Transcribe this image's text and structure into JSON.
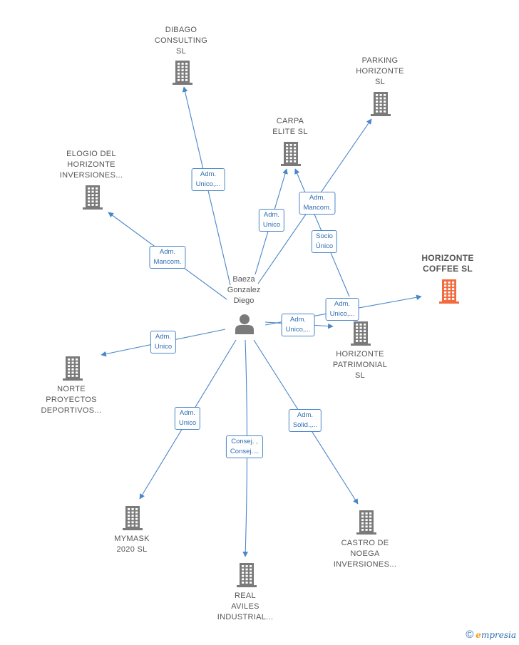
{
  "person": {
    "lines": [
      "Baeza",
      "Gonzalez",
      "Diego"
    ]
  },
  "colors": {
    "edge": "#4a86c8",
    "building": "#7a7a7a",
    "focus_building": "#f26a3d"
  },
  "companies": [
    {
      "id": "dibago",
      "lines": [
        "DIBAGO",
        "CONSULTING",
        "SL"
      ]
    },
    {
      "id": "parking",
      "lines": [
        "PARKING",
        "HORIZONTE",
        "SL"
      ]
    },
    {
      "id": "carpa",
      "lines": [
        "CARPA",
        "ELITE  SL"
      ]
    },
    {
      "id": "elogio",
      "lines": [
        "ELOGIO DEL",
        "HORIZONTE",
        "INVERSIONES..."
      ]
    },
    {
      "id": "coffee",
      "lines": [
        "HORIZONTE",
        "COFFEE  SL"
      ],
      "focus": true
    },
    {
      "id": "patrimonial",
      "lines": [
        "HORIZONTE",
        "PATRIMONIAL",
        "SL"
      ]
    },
    {
      "id": "norte",
      "lines": [
        "NORTE",
        "PROYECTOS",
        "DEPORTIVOS..."
      ]
    },
    {
      "id": "mymask",
      "lines": [
        "MYMASK",
        "2020  SL"
      ]
    },
    {
      "id": "real",
      "lines": [
        "REAL",
        "AVILES",
        "INDUSTRIAL..."
      ]
    },
    {
      "id": "castro",
      "lines": [
        "CASTRO DE",
        "NOEGA",
        "INVERSIONES..."
      ]
    }
  ],
  "relations": [
    {
      "id": "r-dibago",
      "lines": [
        "Adm.",
        "Unico,..."
      ]
    },
    {
      "id": "r-elogio",
      "lines": [
        "Adm.",
        "Mancom."
      ]
    },
    {
      "id": "r-carpa",
      "lines": [
        "Adm.",
        "Unico"
      ]
    },
    {
      "id": "r-parking",
      "lines": [
        "Adm.",
        "Mancom."
      ]
    },
    {
      "id": "r-socio",
      "lines": [
        "Socio",
        "Único"
      ]
    },
    {
      "id": "r-coffee",
      "lines": [
        "Adm.",
        "Unico,..."
      ]
    },
    {
      "id": "r-patrimonial",
      "lines": [
        "Adm.",
        "Unico,..."
      ]
    },
    {
      "id": "r-norte",
      "lines": [
        "Adm.",
        "Unico"
      ]
    },
    {
      "id": "r-mymask",
      "lines": [
        "Adm.",
        "Unico"
      ]
    },
    {
      "id": "r-real",
      "lines": [
        "Consej. ,",
        "Consej...."
      ]
    },
    {
      "id": "r-castro",
      "lines": [
        "Adm.",
        "Solid.,..."
      ]
    }
  ],
  "footer": {
    "copyright": "©",
    "brand_initial": "e",
    "brand_rest": "mpresia"
  }
}
